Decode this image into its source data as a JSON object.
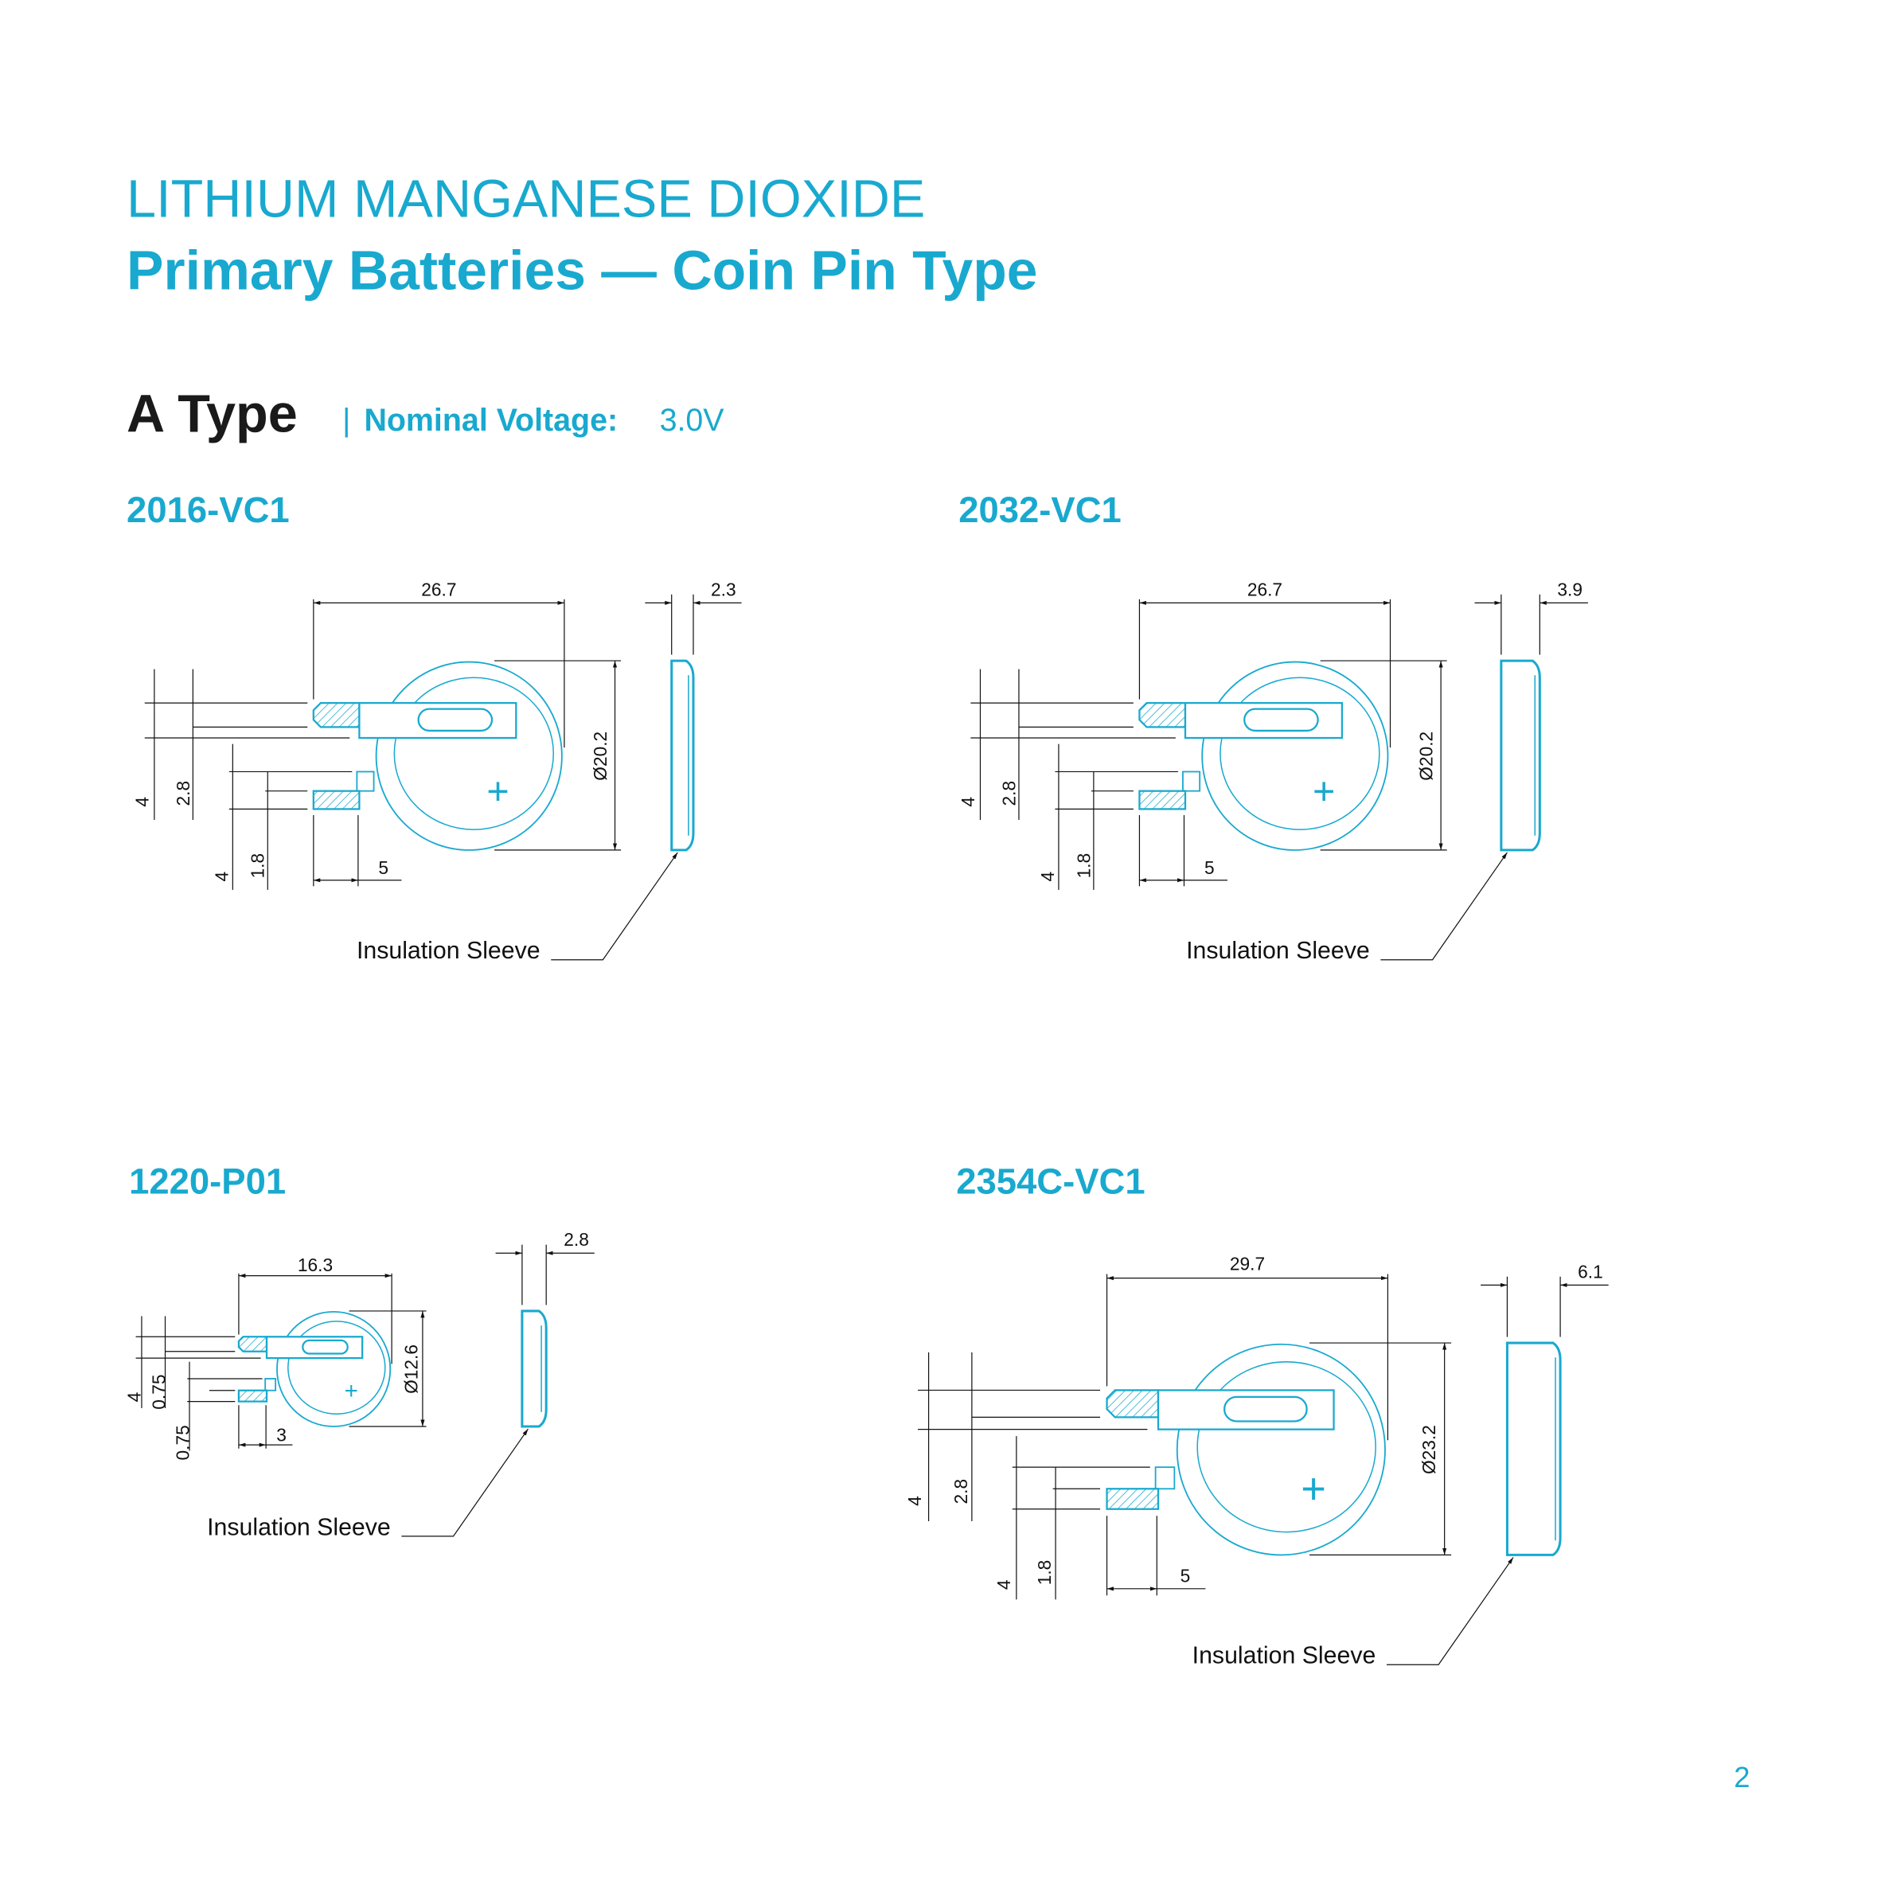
{
  "header": {
    "title_line1": "LITHIUM MANGANESE DIOXIDE",
    "title_line2": "Primary  Batteries — Coin Pin Type"
  },
  "section": {
    "type_label": "A  Type",
    "separator": "|",
    "voltage_label": "Nominal  Voltage:",
    "voltage_value": "3.0V"
  },
  "colors": {
    "accent": "#19a9cf",
    "line": "#111111"
  },
  "parts": [
    {
      "name": "2016-VC1",
      "width": "26.7",
      "thickness": "2.3",
      "diameter": "Ø20.2",
      "left_dims": [
        "4",
        "2.8",
        "4",
        "1.8"
      ],
      "pin_offset": "5",
      "callout": "Insulation Sleeve"
    },
    {
      "name": "2032-VC1",
      "width": "26.7",
      "thickness": "3.9",
      "diameter": "Ø20.2",
      "left_dims": [
        "4",
        "2.8",
        "4",
        "1.8"
      ],
      "pin_offset": "5",
      "callout": "Insulation Sleeve"
    },
    {
      "name": "1220-P01",
      "width": "16.3",
      "thickness": "2.8",
      "diameter": "Ø12.6",
      "left_dims": [
        "4",
        "0.75",
        "0.75"
      ],
      "pin_offset": "3",
      "callout": "Insulation Sleeve"
    },
    {
      "name": "2354C-VC1",
      "width": "29.7",
      "thickness": "6.1",
      "diameter": "Ø23.2",
      "left_dims": [
        "4",
        "2.8",
        "4",
        "1.8"
      ],
      "pin_offset": "5",
      "callout": "Insulation Sleeve"
    }
  ],
  "page_number": "2"
}
